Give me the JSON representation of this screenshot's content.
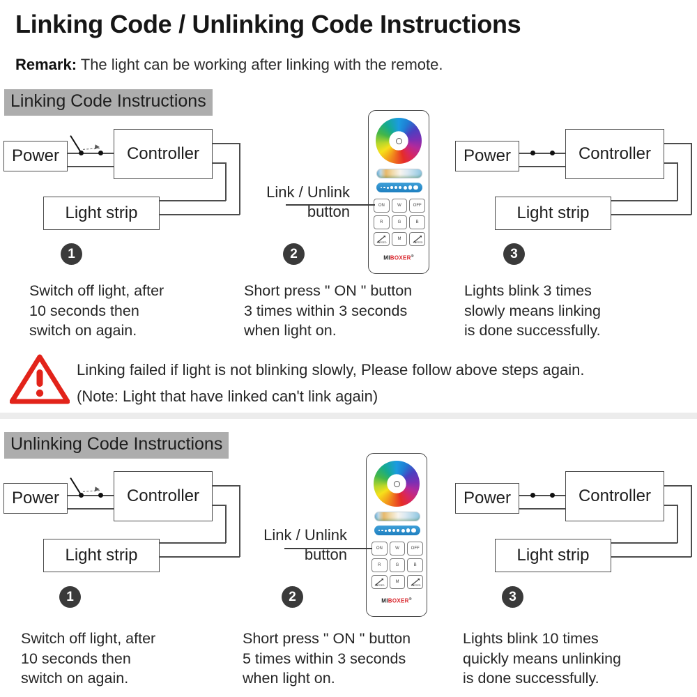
{
  "document": {
    "title": "Linking Code / Unlinking Code Instructions",
    "remark_label": "Remark:",
    "remark_text": " The light can be working after linking with the remote."
  },
  "colors": {
    "section_tag_bg": "#adadad",
    "badge_bg": "#3a3a3a",
    "warning_red": "#e2231a",
    "divider": "#ececec",
    "wire": "#4c4c4c"
  },
  "sections": [
    {
      "id": "linking",
      "heading": "Linking Code Instructions",
      "diagrams": {
        "left": {
          "power": "Power",
          "controller": "Controller",
          "light_strip": "Light strip",
          "switch_state": "open"
        },
        "right": {
          "power": "Power",
          "controller": "Controller",
          "light_strip": "Light strip",
          "switch_state": "closed"
        }
      },
      "callout": "Link / Unlink\nbutton",
      "steps": [
        {
          "number": "1",
          "caption": "Switch off light, after\n10 seconds then\nswitch on again."
        },
        {
          "number": "2",
          "caption": "Short press \" ON \" button\n3 times within 3 seconds\nwhen light on."
        },
        {
          "number": "3",
          "caption": "Lights blink 3 times\nslowly means linking\nis done successfully."
        }
      ],
      "warning": {
        "icon": "warning-triangle-icon",
        "line1": "Linking failed if light is not blinking slowly, Please follow above steps again.",
        "line2": "(Note: Light that have linked can't link again)"
      }
    },
    {
      "id": "unlinking",
      "heading": "Unlinking Code Instructions",
      "diagrams": {
        "left": {
          "power": "Power",
          "controller": "Controller",
          "light_strip": "Light strip",
          "switch_state": "open"
        },
        "right": {
          "power": "Power",
          "controller": "Controller",
          "light_strip": "Light strip",
          "switch_state": "closed"
        }
      },
      "callout": "Link / Unlink\nbutton",
      "steps": [
        {
          "number": "1",
          "caption": "Switch off light, after\n10 seconds then\nswitch on again."
        },
        {
          "number": "2",
          "caption": "Short press \" ON \" button\n5 times within 3 seconds\nwhen light on."
        },
        {
          "number": "3",
          "caption": "Lights blink 10 times\nquickly means unlinking\nis done successfully."
        }
      ]
    }
  ],
  "remote": {
    "brand_prefix": "MI",
    "brand_suffix": "BOXER",
    "brand_mark": "®",
    "color_wheel": "color-wheel-icon",
    "cct_slider": "color-temperature-slider",
    "brightness_slider": "brightness-slider",
    "keys": [
      {
        "label": "ON",
        "name": "on-button"
      },
      {
        "label": "W",
        "name": "white-button"
      },
      {
        "label": "OFF",
        "name": "off-button"
      },
      {
        "label": "R",
        "name": "red-button"
      },
      {
        "label": "G",
        "name": "green-button"
      },
      {
        "label": "B",
        "name": "blue-button"
      },
      {
        "label": "",
        "name": "speed-minus-button"
      },
      {
        "label": "M",
        "name": "mode-button"
      },
      {
        "label": "",
        "name": "speed-plus-button"
      }
    ]
  }
}
